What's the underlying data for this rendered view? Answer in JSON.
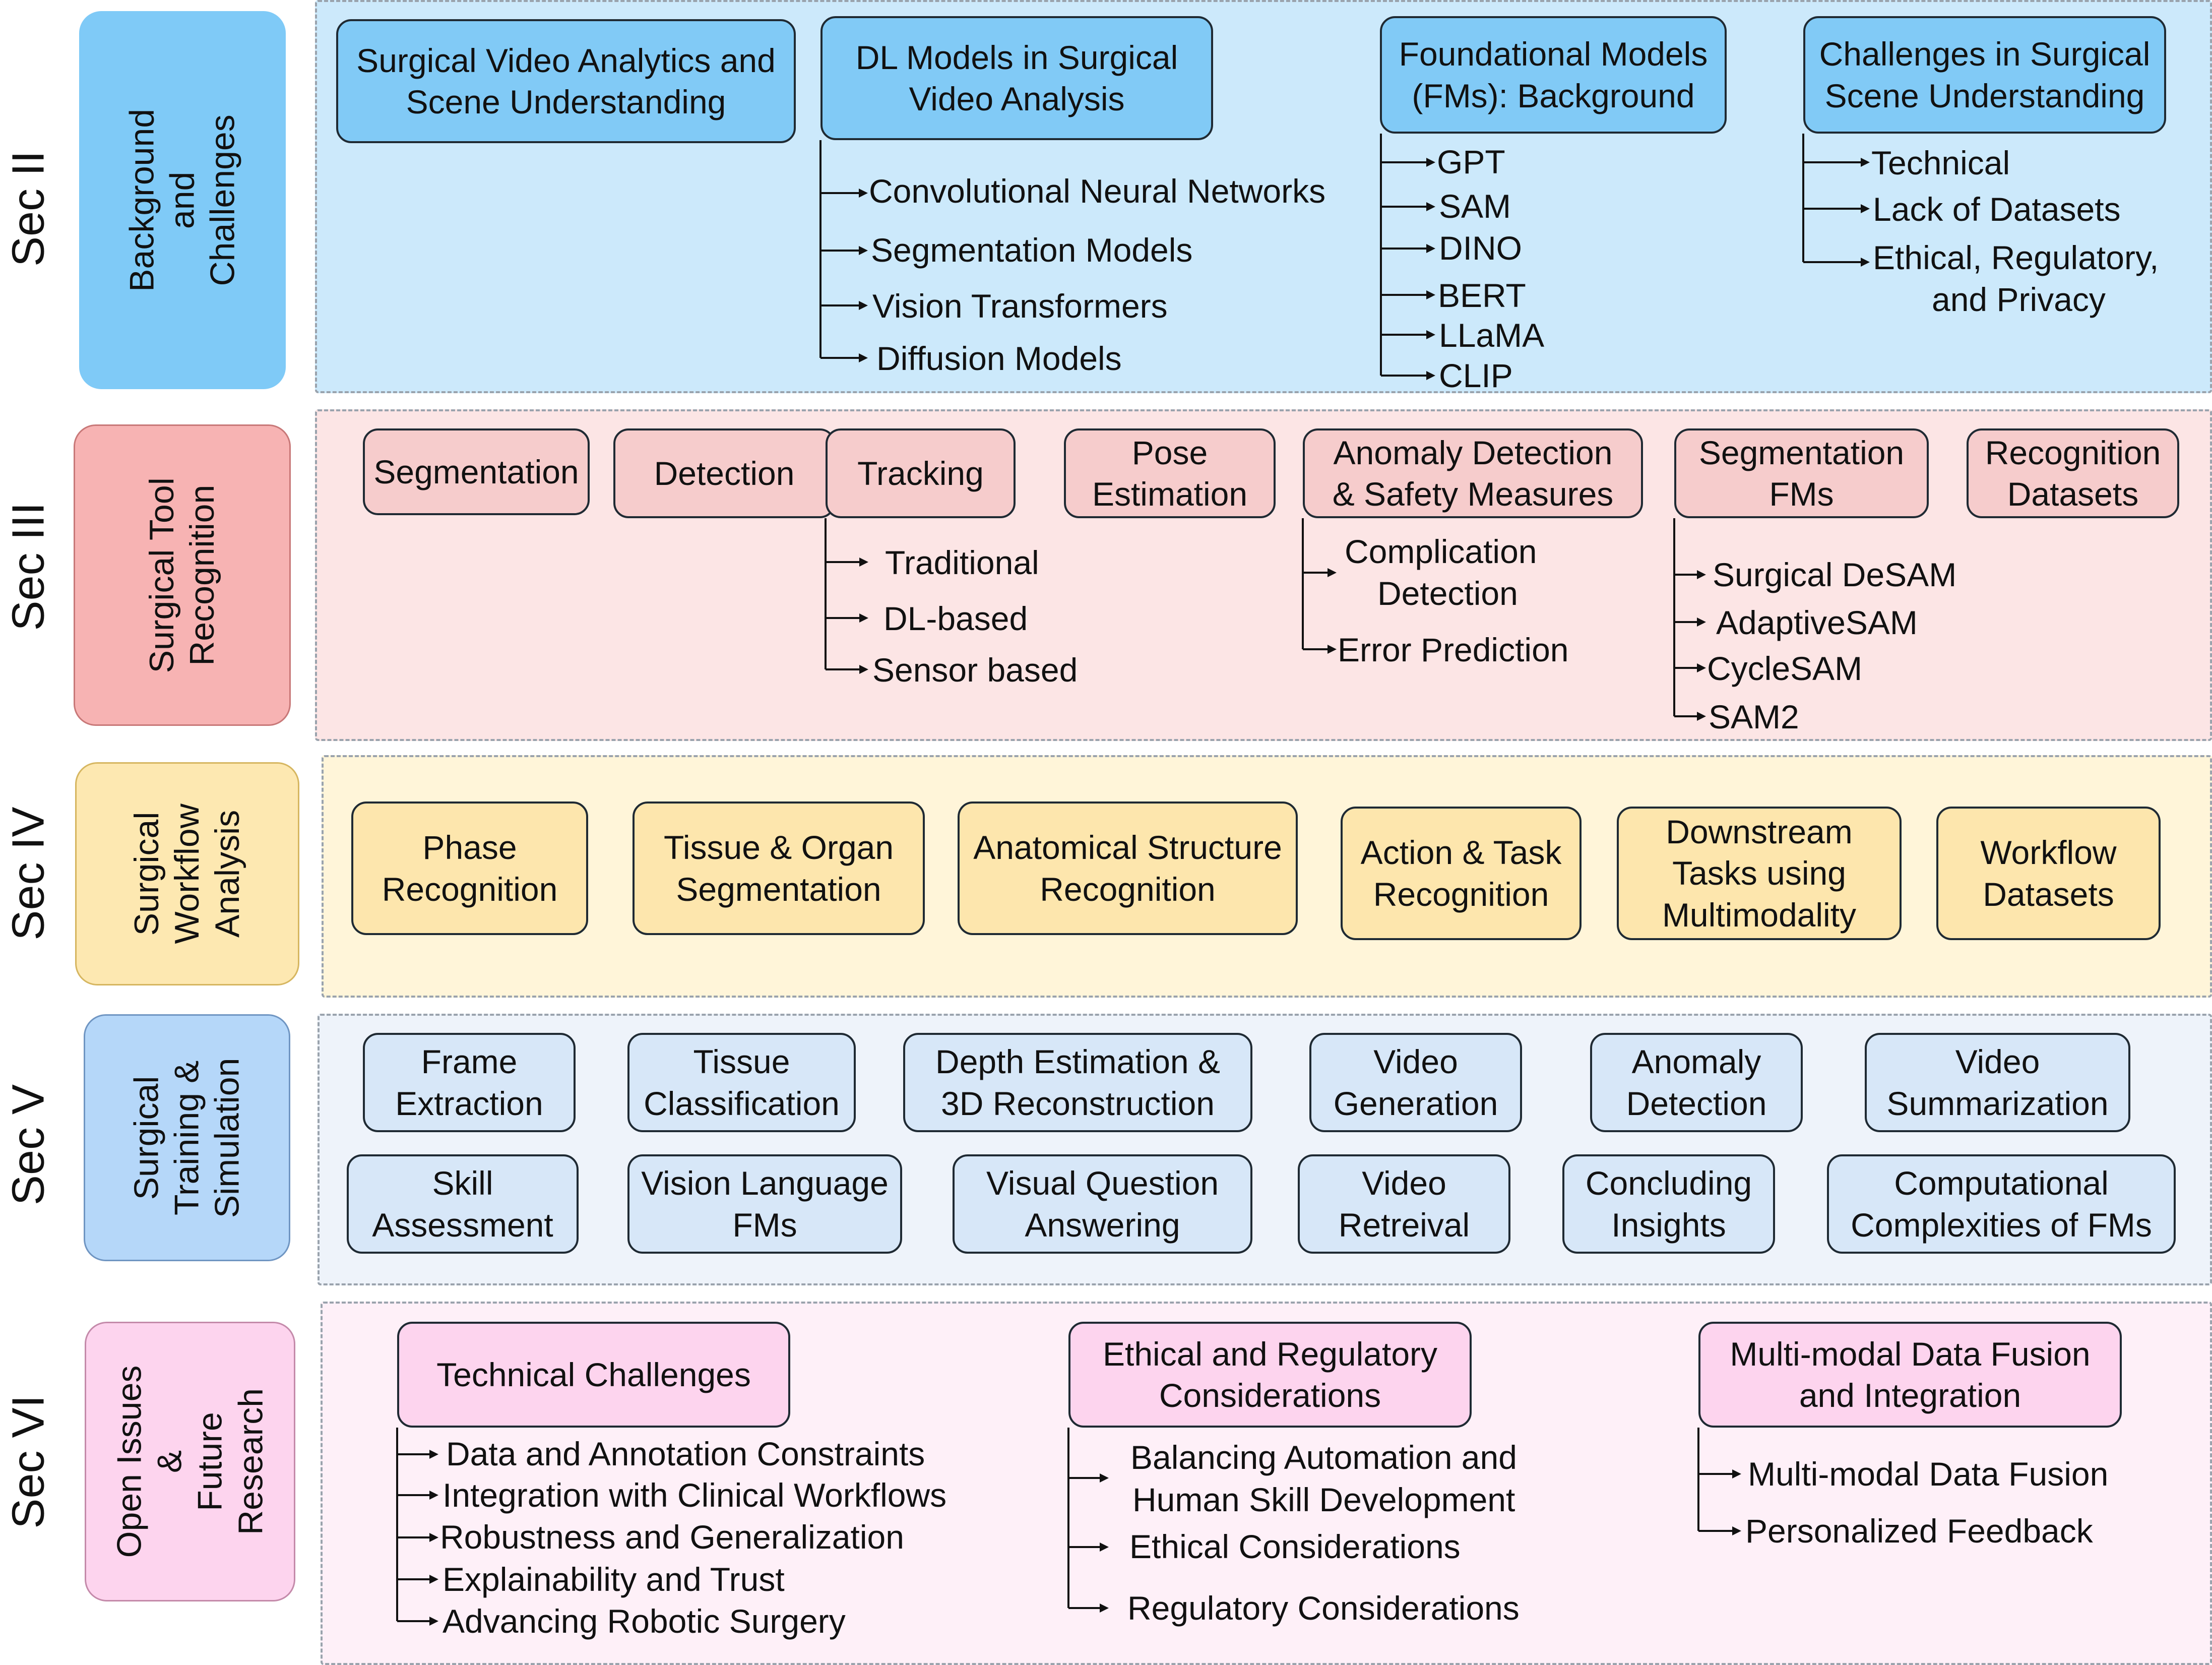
{
  "colors": {
    "sec2_label": "#7fcaf7",
    "sec2_panel": "#cce9fb",
    "sec2_node": "#81caf6",
    "sec3_label": "#f7b3b3",
    "sec3_panel": "#fce5e5",
    "sec3_node": "#f6cccc",
    "sec4_label": "#fde8b1",
    "sec4_panel": "#fff5d9",
    "sec4_node": "#fde6ad",
    "sec5_label": "#b5d7f9",
    "sec5_panel": "#eef3fa",
    "sec5_node": "#d7e7f8",
    "sec6_label": "#fdd4ee",
    "sec6_panel": "#fef0f8",
    "sec6_node": "#fdd4ee"
  },
  "sections": [
    {
      "id": "Sec II",
      "label": "Background and\nChallenges"
    },
    {
      "id": "Sec III",
      "label": "Surgical Tool\nRecognition"
    },
    {
      "id": "Sec IV",
      "label": "Surgical\nWorkflow\nAnalysis"
    },
    {
      "id": "Sec V",
      "label": "Surgical\nTraining &\nSimulation"
    },
    {
      "id": "Sec VI",
      "label": "Open Issues &\nFuture Research"
    }
  ],
  "sec2": {
    "nodes": [
      "Surgical Video Analytics and\nScene Understanding",
      "DL Models in Surgical\nVideo Analysis",
      "Foundational Models\n(FMs): Background",
      "Challenges in Surgical\nScene Understanding"
    ],
    "dl_models": [
      "Convolutional Neural Networks",
      "Segmentation Models",
      "Vision Transformers",
      "Diffusion Models"
    ],
    "fms": [
      "GPT",
      "SAM",
      "DINO",
      "BERT",
      "LLaMA",
      "CLIP"
    ],
    "challenges": [
      "Technical",
      "Lack of Datasets",
      "Ethical, Regulatory,",
      "and Privacy"
    ]
  },
  "sec3": {
    "nodes": [
      "Segmentation",
      "Detection",
      "Tracking",
      "Pose\nEstimation",
      "Anomaly Detection\n& Safety Measures",
      "Segmentation\nFMs",
      "Recognition\nDatasets"
    ],
    "tracking": [
      "Traditional",
      "DL-based",
      "Sensor based"
    ],
    "anomaly": [
      "Complication",
      "Detection",
      "Error Prediction"
    ],
    "seg_fms": [
      "Surgical DeSAM",
      "AdaptiveSAM",
      "CycleSAM",
      "SAM2"
    ]
  },
  "sec4": {
    "nodes": [
      "Phase\nRecognition",
      "Tissue & Organ\nSegmentation",
      "Anatomical Structure\nRecognition",
      "Action & Task\nRecognition",
      "Downstream\nTasks using\nMultimodality",
      "Workflow\nDatasets"
    ]
  },
  "sec5": {
    "row1": [
      "Frame\nExtraction",
      "Tissue\nClassification",
      "Depth Estimation &\n3D Reconstruction",
      "Video\nGeneration",
      "Anomaly\nDetection",
      "Video\nSummarization"
    ],
    "row2": [
      "Skill\nAssessment",
      "Vision Language\nFMs",
      "Visual Question\nAnswering",
      "Video\nRetreival",
      "Concluding\nInsights",
      "Computational\nComplexities of FMs"
    ]
  },
  "sec6": {
    "nodes": [
      "Technical Challenges",
      "Ethical and Regulatory\nConsiderations",
      "Multi-modal Data Fusion\nand Integration"
    ],
    "technical": [
      "Data and Annotation Constraints",
      "Integration with Clinical Workflows",
      "Robustness and Generalization",
      "Explainability and Trust",
      "Advancing Robotic Surgery"
    ],
    "ethical": [
      "Balancing Automation and",
      "Human Skill Development",
      "Ethical Considerations",
      "Regulatory Considerations"
    ],
    "multimodal": [
      "Multi-modal Data Fusion",
      "Personalized Feedback"
    ]
  }
}
